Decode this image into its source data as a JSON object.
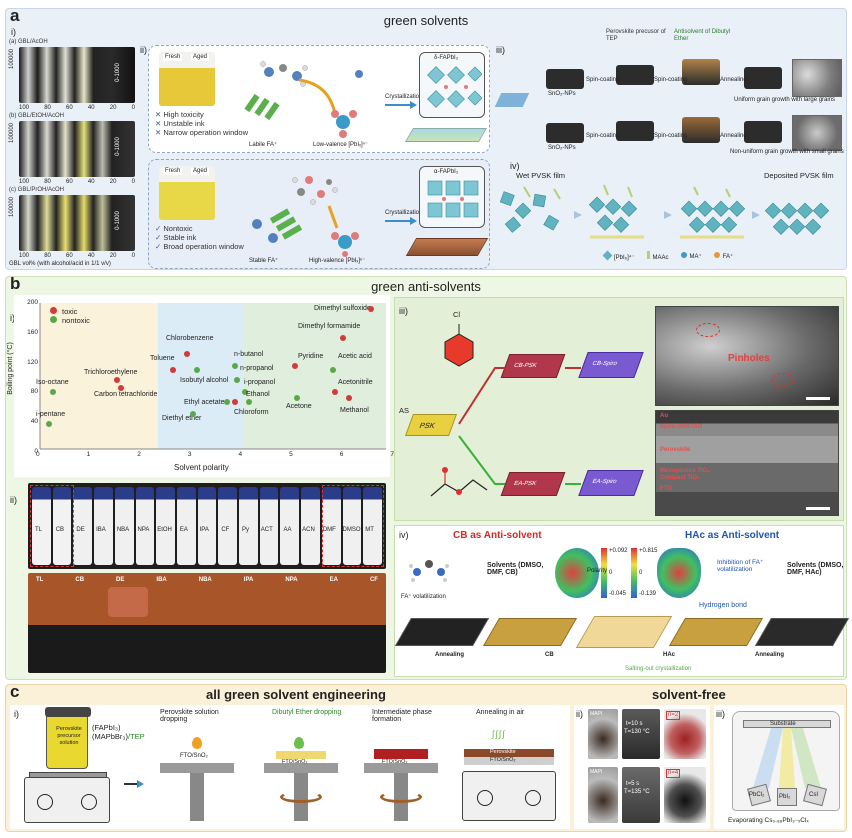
{
  "panel_a": {
    "letter": "a",
    "title": "green solvents",
    "i": {
      "roman": "i)",
      "rows": [
        {
          "label": "(a) GBL/AcOH",
          "side": "100000",
          "inset": "0-1000"
        },
        {
          "label": "(b) GBL/EtOH/AcOH",
          "side": "100000",
          "inset": "0-1000"
        },
        {
          "label": "(c) GBL/PrOH/AcOH",
          "side": "100000",
          "inset": "0-1000"
        }
      ],
      "ticks": [
        "100",
        "80",
        "60",
        "40",
        "20",
        "0"
      ],
      "xlabel": "GBL vol% (with alcohol/acid in 1/1 v/v)"
    },
    "ii": {
      "roman": "ii)",
      "top": {
        "fresh": "Fresh",
        "aged": "Aged",
        "bullets": [
          "High toxicity",
          "Unstable ink",
          "Narrow operation window"
        ],
        "labile": "Labile FA⁺",
        "low": "Low-valence [PbIₓ]ⁿ⁻",
        "cryst": "Crystallization",
        "phase": "δ-FAPbI₃"
      },
      "bottom": {
        "fresh": "Fresh",
        "aged": "Aged",
        "bullets": [
          "Nontoxic",
          "Stable ink",
          "Broad operation window"
        ],
        "stable": "Stable FA⁺",
        "high": "High-valence [PbIₓ]ⁿ⁻",
        "cryst": "Crystallization",
        "phase": "α-FAPbI₃"
      }
    },
    "iii": {
      "roman": "iii)",
      "precursor": "Perovskite precusor of TEP",
      "antisolvent": "Antisolvent of Dibutyl Ether",
      "spin": "Spin-coating",
      "annealing": "Annealing",
      "sno2": "SnO₂-NPs",
      "top_result": "Uniform grain growth with large grains",
      "bottom_result": "Non-uniform grain growth with small grains"
    },
    "iv": {
      "roman": "iv)",
      "wet": "Wet PVSK film",
      "deposited": "Deposited PVSK film",
      "legend": [
        "[PbI₆]⁴⁻",
        "MAAc",
        "MA⁺",
        "FA⁺"
      ]
    }
  },
  "panel_b": {
    "letter": "b",
    "title": "green anti-solvents",
    "i": {
      "roman": "i)",
      "legend": [
        "toxic",
        "nontoxic"
      ],
      "ylabel": "Boiling point (°C)",
      "xlabel": "Solvent polarity",
      "yticks": [
        "200",
        "160",
        "120",
        "80",
        "40",
        "0"
      ],
      "xticks": [
        "0",
        "1",
        "2",
        "3",
        "4",
        "5",
        "6",
        "7"
      ]
    },
    "ii": {
      "roman": "ii)",
      "top_labels": [
        "TL",
        "CB",
        "DE",
        "IBA",
        "NBA",
        "NPA",
        "EtOH",
        "EA",
        "IPA",
        "CF",
        "Py",
        "ACT",
        "AA",
        "ACN",
        "DMF",
        "DMSO",
        "MT"
      ],
      "bottom_labels": [
        "TL",
        "CB",
        "DE",
        "IBA",
        "NBA",
        "IPA",
        "NPA",
        "EA",
        "CF"
      ]
    },
    "iii": {
      "roman": "iii)",
      "as": "AS",
      "psk": "PSK",
      "cb_psk": "CB-PSK",
      "cb_spiro": "CB-Spiro",
      "ea_psk": "EA-PSK",
      "ea_spiro": "EA-Spiro",
      "cl": "Cl",
      "pinholes": "Pinholes",
      "layers": [
        "Au",
        "Spiro-OMeTAD",
        "Perovskite",
        "Mesoporous TiO₂",
        "Compact TiO₂",
        "FTO"
      ]
    },
    "iv": {
      "roman": "iv)",
      "cb_title": "CB as Anti-solvent",
      "hac_title": "HAc as Anti-solvent",
      "fa_vol": "FA⁺ volatilization",
      "solvents_cb": "Solvents (DMSO, DMF, CB)",
      "solvents_hac": "Solvents (DMSO, DMF, HAc)",
      "polarity": "Polarity",
      "scale1": [
        "+0.092",
        "0",
        "-0.045"
      ],
      "scale2": [
        "+0.815",
        "0",
        "-0.139"
      ],
      "inhibition": "Inhibition of FA⁺ volatilization",
      "hbond": "Hydrogen bond",
      "annealing": "Annealing",
      "cb": "CB",
      "hac": "HAc",
      "salting": "Salting-out crystallization"
    }
  },
  "panel_c": {
    "letter": "c",
    "title_left": "all green solvent engineering",
    "title_right": "solvent-free",
    "i": {
      "roman": "i)",
      "bottle_label": "Perovskite precursor solution",
      "formula1": "(FAPbI₃)",
      "formula2": "(MAPbBr₃)",
      "tep": "/TEP",
      "step1": "Perovskite solution dropping",
      "step2": "Dibutyl Ether dropping",
      "step3": "Intermediate phase formation",
      "step4": "Annealing in air",
      "substrate": "FTO/SnO₂",
      "perovskite": "Perovskite"
    },
    "ii": {
      "roman": "ii)",
      "rows": [
        {
          "tag": "MAPI",
          "cond1": "t=10 s",
          "cond2": "T=130 °C",
          "n": "n=2"
        },
        {
          "tag": "MAPI",
          "cond1": "t=5 s",
          "cond2": "T=135 °C",
          "n": "n=4"
        }
      ]
    },
    "iii": {
      "roman": "iii)",
      "substrate": "Substrate",
      "sources": [
        "PbCl₂",
        "PbI₂",
        "CsI"
      ],
      "caption": "Evaporating Cs₀.₈₈PbI₃₋ₓClₓ"
    }
  },
  "colors": {
    "panel_a_bg": "#e9f0f8",
    "panel_b_bg": "#eef6e4",
    "panel_c_bg": "#fbf0d8",
    "toxic": "#d33a3a",
    "nontoxic": "#5aa84a",
    "red_title": "#d62828",
    "blue_title": "#1f55b0"
  }
}
